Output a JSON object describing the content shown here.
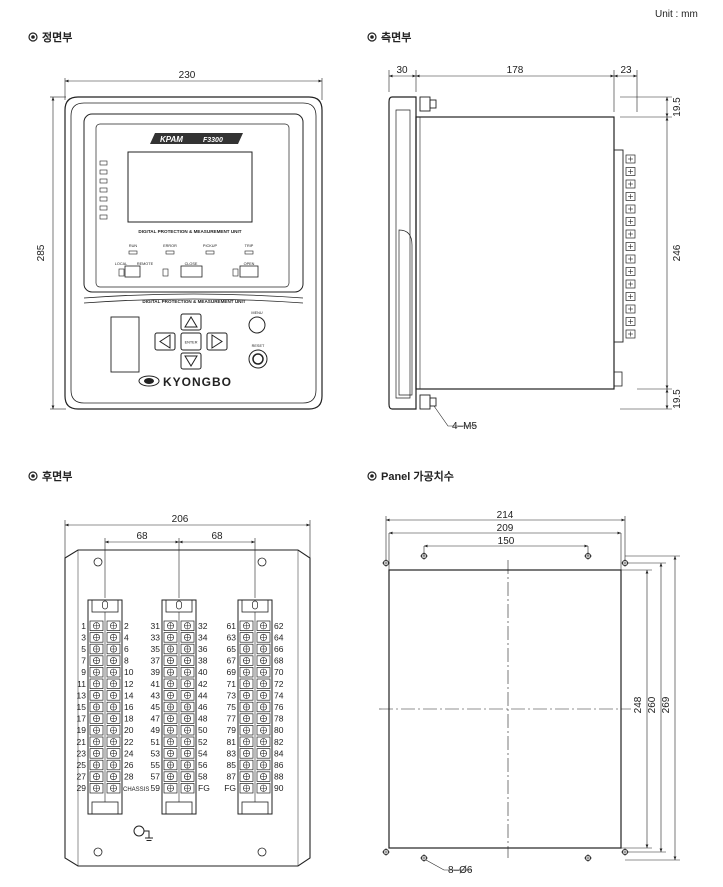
{
  "unit": "Unit : mm",
  "sections": {
    "front": "정면부",
    "side": "측면부",
    "rear": "후면부",
    "panel": "Panel 가공치수"
  },
  "front": {
    "dims": {
      "width": "230",
      "height": "285"
    },
    "logo": "KPAM",
    "model": "F3300",
    "screen_title": "DIGITAL PROTECTION & MEASUREMENT UNIT",
    "bezel_title": "DIGITAL PROTECTION & MEASUREMENT UNIT",
    "leds": [
      "RUN",
      "ERROR",
      "PICKUP",
      "TRIP"
    ],
    "switches": {
      "local": "LOCAL",
      "remote": "REMOTE",
      "close": "CLOSE",
      "open": "OPEN"
    },
    "keys": {
      "enter": "ENTER",
      "menu": "MENU",
      "reset": "RESET"
    },
    "brand": "KYONGBO"
  },
  "side": {
    "dims": {
      "left": "30",
      "depth": "178",
      "right": "23",
      "top": "19.5",
      "middle": "246",
      "bottom": "19.5"
    },
    "screw_label": "4–M5"
  },
  "rear": {
    "dims": {
      "width": "206",
      "left_pitch": "68",
      "right_pitch": "68"
    },
    "blocks": [
      {
        "left": [
          "1",
          "3",
          "5",
          "7",
          "9",
          "11",
          "13",
          "15",
          "17",
          "19",
          "21",
          "23",
          "25",
          "27",
          "29"
        ],
        "right": [
          "2",
          "4",
          "6",
          "8",
          "10",
          "12",
          "14",
          "16",
          "18",
          "20",
          "22",
          "24",
          "26",
          "28",
          "CHASSIS"
        ]
      },
      {
        "left": [
          "31",
          "33",
          "35",
          "37",
          "39",
          "41",
          "43",
          "45",
          "47",
          "49",
          "51",
          "53",
          "55",
          "57",
          "59"
        ],
        "right": [
          "32",
          "34",
          "36",
          "38",
          "40",
          "42",
          "44",
          "46",
          "48",
          "50",
          "52",
          "54",
          "56",
          "58",
          "FG"
        ]
      },
      {
        "left": [
          "61",
          "63",
          "65",
          "67",
          "69",
          "71",
          "73",
          "75",
          "77",
          "79",
          "81",
          "83",
          "85",
          "87",
          "FG"
        ],
        "right": [
          "62",
          "64",
          "66",
          "68",
          "70",
          "72",
          "74",
          "76",
          "78",
          "80",
          "82",
          "84",
          "86",
          "88",
          "90"
        ]
      }
    ]
  },
  "panel": {
    "dims": {
      "outer_width": "214",
      "cut_width": "209",
      "hole_pitch": "150",
      "cut_height": "248",
      "hole_height": "260",
      "outer_height": "269"
    },
    "hole_label": "8–Ø6"
  }
}
